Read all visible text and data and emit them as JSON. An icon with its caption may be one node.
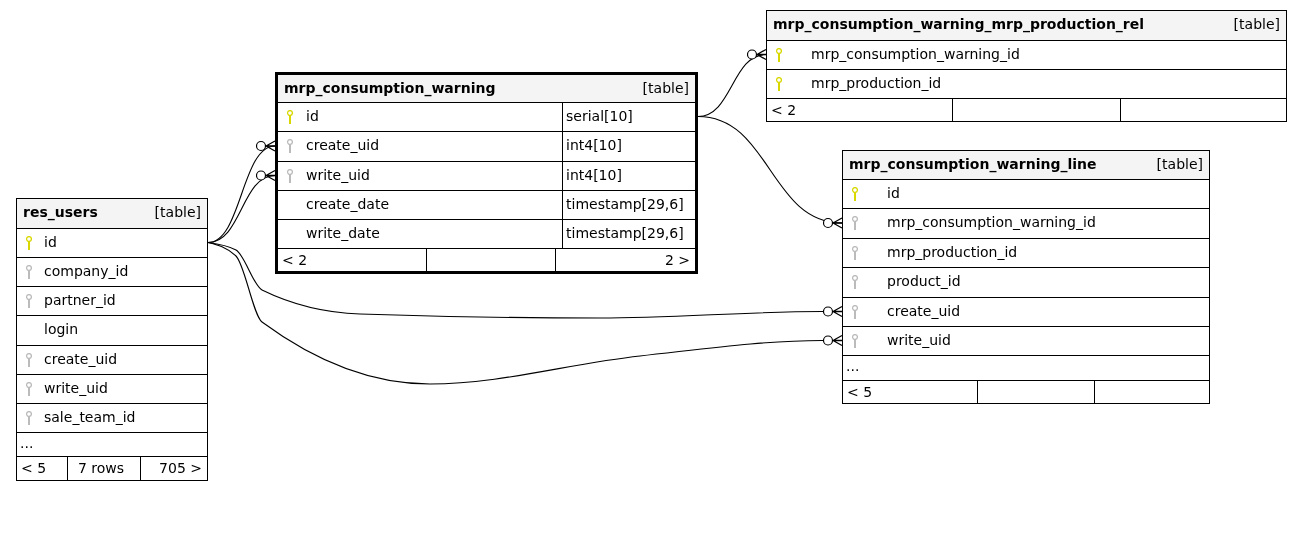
{
  "diagram": {
    "nodes": [
      {
        "text": [
          "mrp_consumption_warning_mrp_production_rel",
          "[table]"
        ]
      },
      {
        "text": [
          "mrp_consumption_warning_id"
        ],
        "in": 0
      },
      {
        "text": [
          "mrp_production_id"
        ],
        "in": 0
      },
      {
        "text": [
          "< 2"
        ],
        "in": 0
      },
      {
        "text": [
          "mrp_consumption_warning",
          "[table]"
        ]
      },
      {
        "text": [
          "id",
          "serial[10]"
        ],
        "in": 4
      },
      {
        "text": [
          "create_uid",
          "int4[10]"
        ],
        "in": 4
      },
      {
        "text": [
          "write_uid",
          "int4[10]"
        ],
        "in": 4
      },
      {
        "text": [
          "create_date",
          "timestamp[29,6]"
        ],
        "in": 4
      },
      {
        "text": [
          "write_date",
          "timestamp[29,6]"
        ],
        "in": 4
      },
      {
        "text": [
          "< 2",
          "2 >"
        ],
        "in": 4
      },
      {
        "text": [
          "mrp_consumption_warning_line",
          "[table]"
        ]
      },
      {
        "text": [
          "id"
        ],
        "in": 11
      },
      {
        "text": [
          "mrp_consumption_warning_id"
        ],
        "in": 11
      },
      {
        "text": [
          "mrp_production_id"
        ],
        "in": 11
      },
      {
        "text": [
          "product_id"
        ],
        "in": 11
      },
      {
        "text": [
          "create_uid"
        ],
        "in": 11
      },
      {
        "text": [
          "write_uid"
        ],
        "in": 11
      },
      {
        "text": [
          "..."
        ],
        "in": 11
      },
      {
        "text": [
          "< 5"
        ],
        "in": 11
      },
      {
        "text": [
          "res_users",
          "[table]"
        ]
      },
      {
        "text": [
          "id"
        ],
        "in": 20
      },
      {
        "text": [
          "company_id"
        ],
        "in": 20
      },
      {
        "text": [
          "partner_id"
        ],
        "in": 20
      },
      {
        "text": [
          "login"
        ],
        "in": 20
      },
      {
        "text": [
          "create_uid"
        ],
        "in": 20
      },
      {
        "text": [
          "write_uid"
        ],
        "in": 20
      },
      {
        "text": [
          "sale_team_id"
        ],
        "in": 20
      },
      {
        "text": [
          "..."
        ],
        "in": 20
      },
      {
        "text": [
          "< 5",
          "7 rows",
          "705 >"
        ],
        "in": 20
      }
    ],
    "edges": [
      {
        "from": 5,
        "to": 1,
        "arrow": "other"
      },
      {
        "from": 5,
        "to": 13,
        "arrow": "other"
      },
      {
        "from": 21,
        "to": 6,
        "arrow": "other"
      },
      {
        "from": 21,
        "to": 7,
        "arrow": "other"
      },
      {
        "from": 21,
        "to": 16,
        "arrow": "other"
      },
      {
        "from": 21,
        "to": 17,
        "arrow": "other"
      }
    ]
  }
}
